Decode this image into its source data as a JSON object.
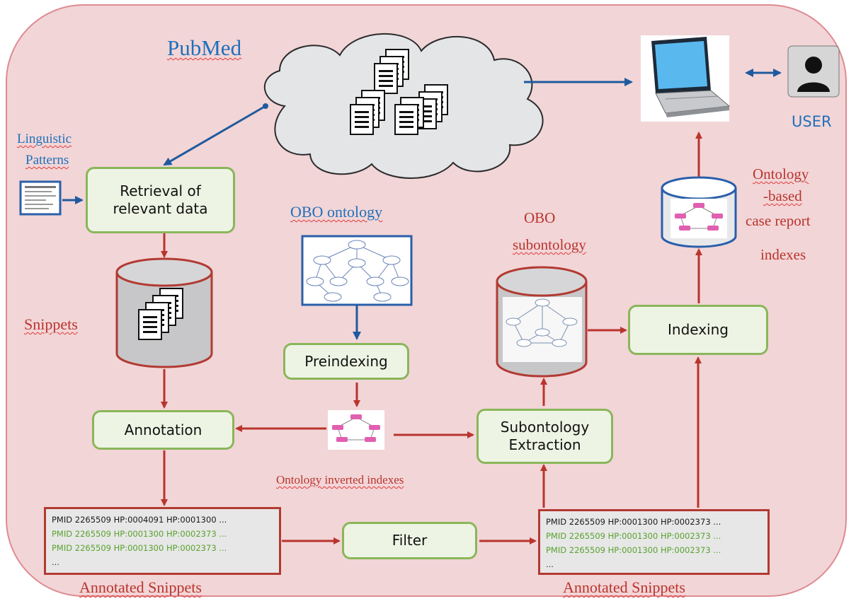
{
  "colors": {
    "background": "#f2d5d7",
    "frame_border": "#de8b92",
    "arrow_red": "#b9342d",
    "arrow_blue": "#1f5a9e",
    "box_fill": "#eef4e4",
    "box_border": "#8ab65a",
    "label_blue": "#1f70ba",
    "label_red": "#b9342d",
    "snippet_green": "#5aa22f"
  },
  "labels": {
    "pubmed": "PubMed",
    "user": "USER",
    "linguistic": "Linguistic",
    "patterns": "Patterns",
    "snippets": "Snippets",
    "obo_ontology": "OBO ontology",
    "obo_sub_1": "OBO",
    "obo_sub_2": "subontology",
    "case_1": "Ontology",
    "case_2": "-based",
    "case_3": "case report",
    "case_4": "indexes",
    "inverted_indexes": "Ontology inverted indexes",
    "annotated_left": "Annotated Snippets",
    "annotated_right": "Annotated Snippets"
  },
  "boxes": {
    "retrieval_1": "Retrieval of",
    "retrieval_2": "relevant data",
    "annotation": "Annotation",
    "preindexing": "Preindexing",
    "subontology_1": "Subontology",
    "subontology_2": "Extraction",
    "indexing": "Indexing",
    "filter": "Filter"
  },
  "snippets_left": [
    "PMID 2265509  HP:0004091 HP:0001300 ...",
    "PMID 2265509  HP:0001300 HP:0002373 ...",
    "PMID 2265509  HP:0001300 HP:0002373 ...",
    "..."
  ],
  "snippets_right": [
    "PMID 2265509  HP:0001300 HP:0002373 ...",
    "PMID 2265509  HP:0001300 HP:0002373 ...",
    "PMID 2265509  HP:0001300 HP:0002373 ...",
    "..."
  ],
  "icons": [
    "cloud-icon",
    "document-stack-icon",
    "laptop-icon",
    "user-avatar-icon",
    "database-icon",
    "ontology-graph-icon",
    "linguistic-patterns-icon"
  ]
}
